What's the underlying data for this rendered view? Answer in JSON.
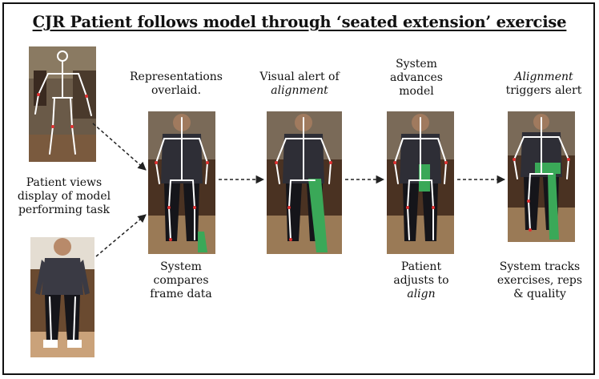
{
  "title": "CJR Patient follows model through ‘seated extension’ exercise",
  "labels": {
    "patient_views": [
      "Patient views",
      "display of model",
      "performing  task"
    ],
    "representations": [
      "Representations",
      "overlaid."
    ],
    "visual_alert_line1": "Visual alert of",
    "visual_alert_line2": "alignment",
    "system_advances": [
      "System",
      "advances",
      "model"
    ],
    "alignment_triggers_italic": "Alignment",
    "alignment_triggers_line2": "triggers alert",
    "system_compares": [
      "System",
      "compares",
      "frame data"
    ],
    "patient_adjusts_line1": "Patient",
    "patient_adjusts_line2": "adjusts to",
    "patient_adjusts_line3": "align",
    "system_tracks": [
      "System tracks",
      "exercises, reps",
      "& quality"
    ]
  },
  "colors": {
    "skeleton": "#ffffff",
    "alert": "#3aa858",
    "joint_marks": "#e03030",
    "arrow": "#222222"
  },
  "panels": [
    {
      "name": "model-standing-panel",
      "icon": "skeleton-standing-icon",
      "alert_leg": false
    },
    {
      "name": "patient-seated-photo",
      "icon": "seated-person-icon",
      "alert_leg": false
    },
    {
      "name": "overlay-panel",
      "icon": "seated-skeleton-overlay-icon",
      "alert_leg": false
    },
    {
      "name": "visual-alert-panel",
      "icon": "seated-skeleton-alert-icon",
      "alert_leg": true
    },
    {
      "name": "system-advances-panel",
      "icon": "seated-skeleton-advance-icon",
      "alert_leg": "partial"
    },
    {
      "name": "alignment-alert-panel",
      "icon": "seated-skeleton-alignment-icon",
      "alert_leg": true
    }
  ]
}
